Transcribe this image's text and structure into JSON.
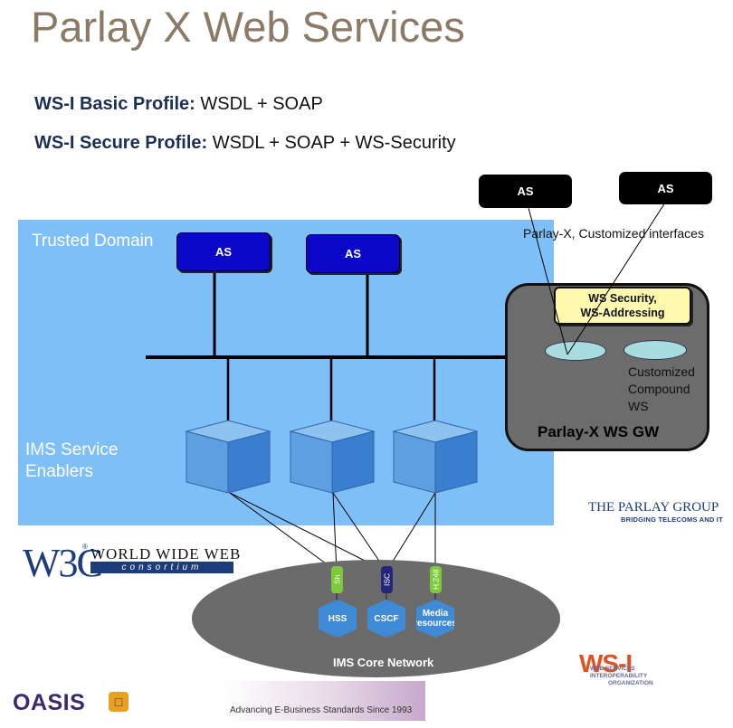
{
  "title": "Parlay X Web Services",
  "profiles": [
    {
      "name": "WS-I Basic Profile:",
      "value": " WSDL + SOAP"
    },
    {
      "name": "WS-I Secure Profile:",
      "value": " WSDL + SOAP + WS-Security"
    }
  ],
  "trusted_domain": {
    "label": "Trusted Domain",
    "as_servers": [
      "AS",
      "AS"
    ],
    "enablers_label_line1": "IMS Service",
    "enablers_label_line2": "Enablers"
  },
  "external_as": [
    "AS",
    "AS"
  ],
  "parlayx_interfaces_label": "Parlay-X, Customized interfaces",
  "gateway": {
    "label": "Parlay-X WS GW",
    "security_line1": "WS Security,",
    "security_line2": "WS-Addressing",
    "compound_line1": "Customized",
    "compound_line2": "Compound",
    "compound_line3": "WS"
  },
  "core_network": {
    "label": "IMS Core Network",
    "interfaces": [
      {
        "label": "Sh",
        "color": "#7cc93a"
      },
      {
        "label": "ISC",
        "color": "#25257a"
      },
      {
        "label": "H.248",
        "color": "#7cc93a"
      }
    ],
    "nodes": [
      {
        "line1": "HSS",
        "line2": ""
      },
      {
        "line1": "CSCF",
        "line2": ""
      },
      {
        "line1": "Media",
        "line2": "resources"
      }
    ]
  },
  "logos": {
    "w3c": "W3C",
    "w3c_reg": "®",
    "w3c_line1": "WORLD WIDE WEB",
    "w3c_line2": "consortium",
    "parlay_group": "THE PARLAY GROUP",
    "parlay_tagline": "BRIDGING TELECOMS AND IT",
    "wsi": "WS-I",
    "wsi_line1": "WEB SERVICES",
    "wsi_line2": "INTEROPERABILITY",
    "wsi_line3": "ORGANIZATION",
    "oasis": "OASIS",
    "oasis_tagline": "Advancing E-Business Standards Since 1993"
  },
  "colors": {
    "trusted_domain": "#7fbff7",
    "as_blue": "#0a07c9",
    "gateway": "#6c6c6c",
    "security_box": "#fff9ad",
    "core": "#6b6b6b",
    "enabler_cube": "#3f8ad6"
  },
  "icons": [
    "enabler-cube-icon",
    "hexagon-node-icon",
    "interface-tag-icon"
  ]
}
